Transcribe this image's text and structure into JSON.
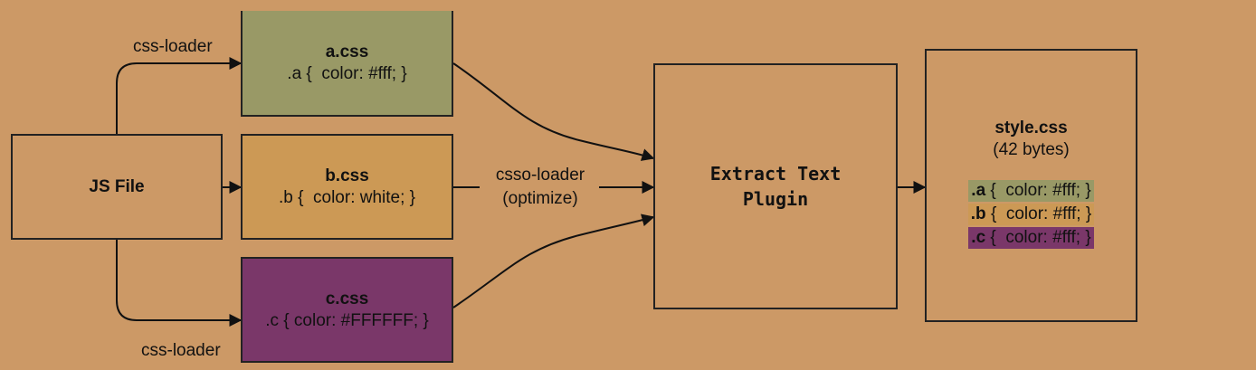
{
  "diagram": {
    "js_file": {
      "label": "JS File"
    },
    "a_css": {
      "title": "a.css",
      "rule": ".a {  color: #fff; }"
    },
    "b_css": {
      "title": "b.css",
      "rule": ".b {  color: white; }"
    },
    "c_css": {
      "title": "c.css",
      "rule": ".c { color: #FFFFFF; }"
    },
    "loader_top": "css-loader",
    "loader_bottom": "css-loader",
    "csso_loader": {
      "line1": "csso-loader",
      "line2": "(optimize)"
    },
    "plugin": {
      "line1": "Extract Text",
      "line2": "Plugin"
    },
    "output": {
      "title": "style.css",
      "size": "(42 bytes)",
      "lines": [
        {
          "selector": ".a",
          "rest": " {  color: #fff; }"
        },
        {
          "selector": ".b",
          "rest": " {  color: #fff; }"
        },
        {
          "selector": ".c",
          "rest": " {  color: #fff; }"
        }
      ]
    },
    "colors": {
      "background": "#cc9966",
      "a_fill": "#999966",
      "b_fill": "#cc9966",
      "c_fill": "#7a3769",
      "highlight_a": "#999966",
      "highlight_b": "#cc9966",
      "highlight_c": "#7a3769"
    }
  }
}
